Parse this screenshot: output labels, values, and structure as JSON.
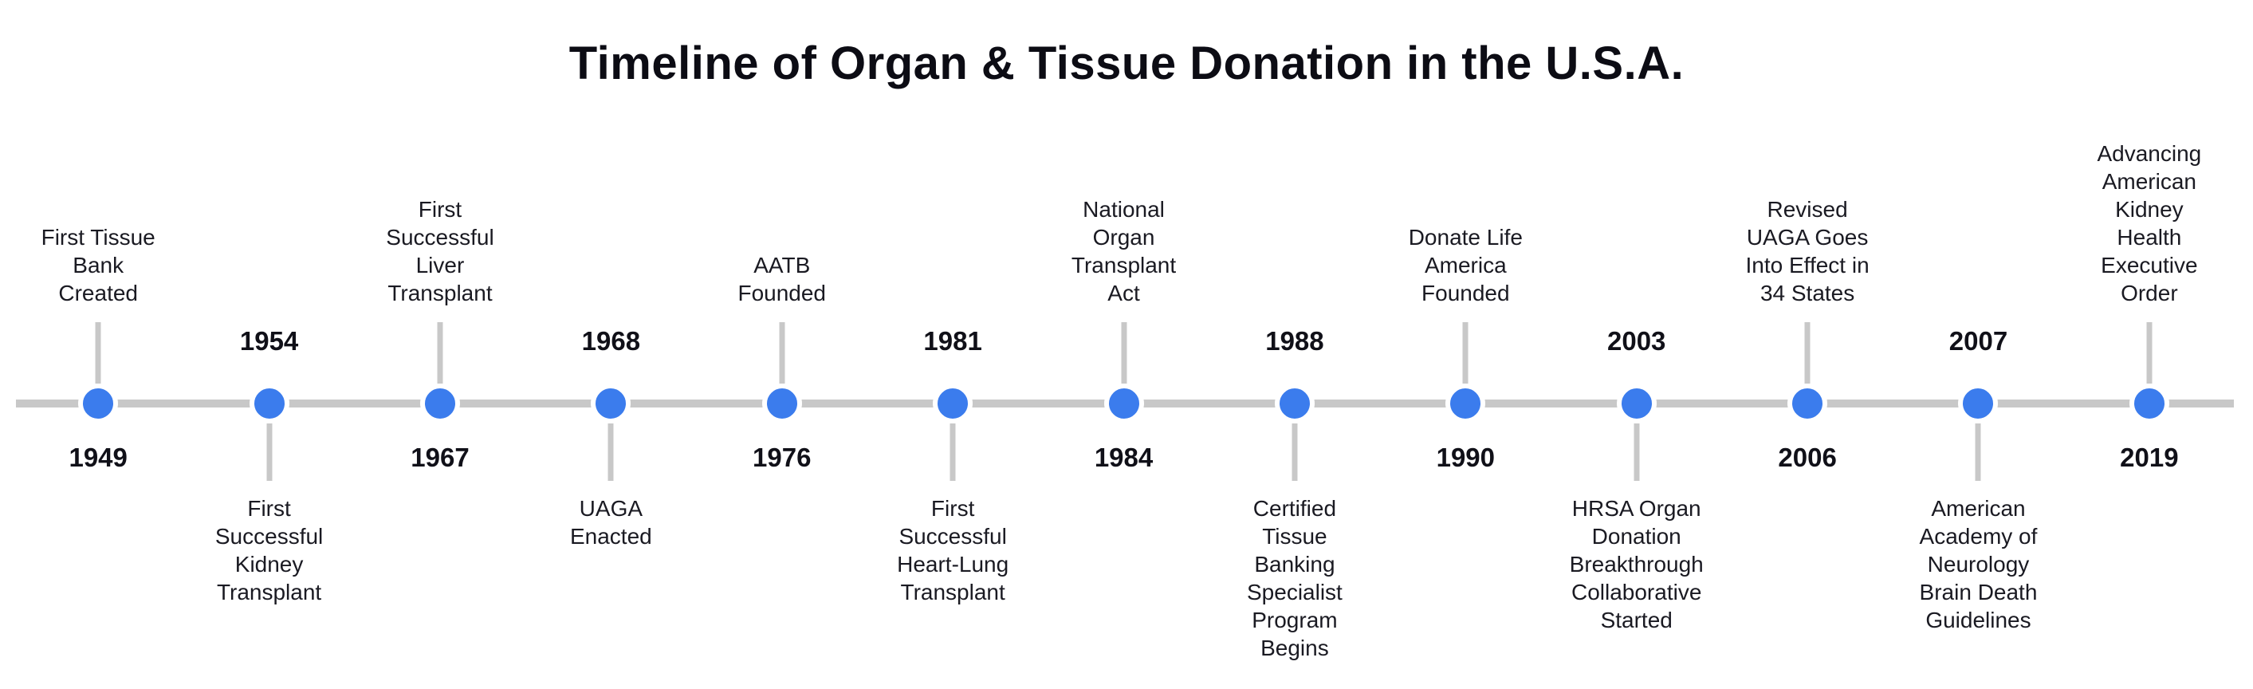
{
  "title": "Timeline of Organ & Tissue Donation in the U.S.A.",
  "colors": {
    "dot_blue": "#3b7ced",
    "line_gray": "#c8c8c8",
    "title_text": "#0c0c14",
    "label_text": "#1a1a22"
  },
  "events": [
    {
      "year": "1949",
      "label_position": "above",
      "label": "First Tissue\nBank\nCreated"
    },
    {
      "year": "1954",
      "label_position": "below",
      "label": "First\nSuccessful\nKidney\nTransplant"
    },
    {
      "year": "1967",
      "label_position": "above",
      "label": "First\nSuccessful\nLiver\nTransplant"
    },
    {
      "year": "1968",
      "label_position": "below",
      "label": "UAGA\nEnacted"
    },
    {
      "year": "1976",
      "label_position": "above",
      "label": "AATB\nFounded"
    },
    {
      "year": "1981",
      "label_position": "below",
      "label": "First\nSuccessful\nHeart-Lung\nTransplant"
    },
    {
      "year": "1984",
      "label_position": "above",
      "label": "National\nOrgan\nTransplant\nAct"
    },
    {
      "year": "1988",
      "label_position": "below",
      "label": "Certified\nTissue\nBanking\nSpecialist\nProgram\nBegins"
    },
    {
      "year": "1990",
      "label_position": "above",
      "label": "Donate Life\nAmerica\nFounded"
    },
    {
      "year": "2003",
      "label_position": "below",
      "label": "HRSA Organ\nDonation\nBreakthrough\nCollaborative\nStarted"
    },
    {
      "year": "2006",
      "label_position": "above",
      "label": "Revised\nUAGA Goes\nInto Effect in\n34 States"
    },
    {
      "year": "2007",
      "label_position": "below",
      "label": "American\nAcademy of\nNeurology\nBrain Death\nGuidelines"
    },
    {
      "year": "2019",
      "label_position": "above",
      "label": "Advancing\nAmerican\nKidney\nHealth\nExecutive\nOrder"
    }
  ]
}
